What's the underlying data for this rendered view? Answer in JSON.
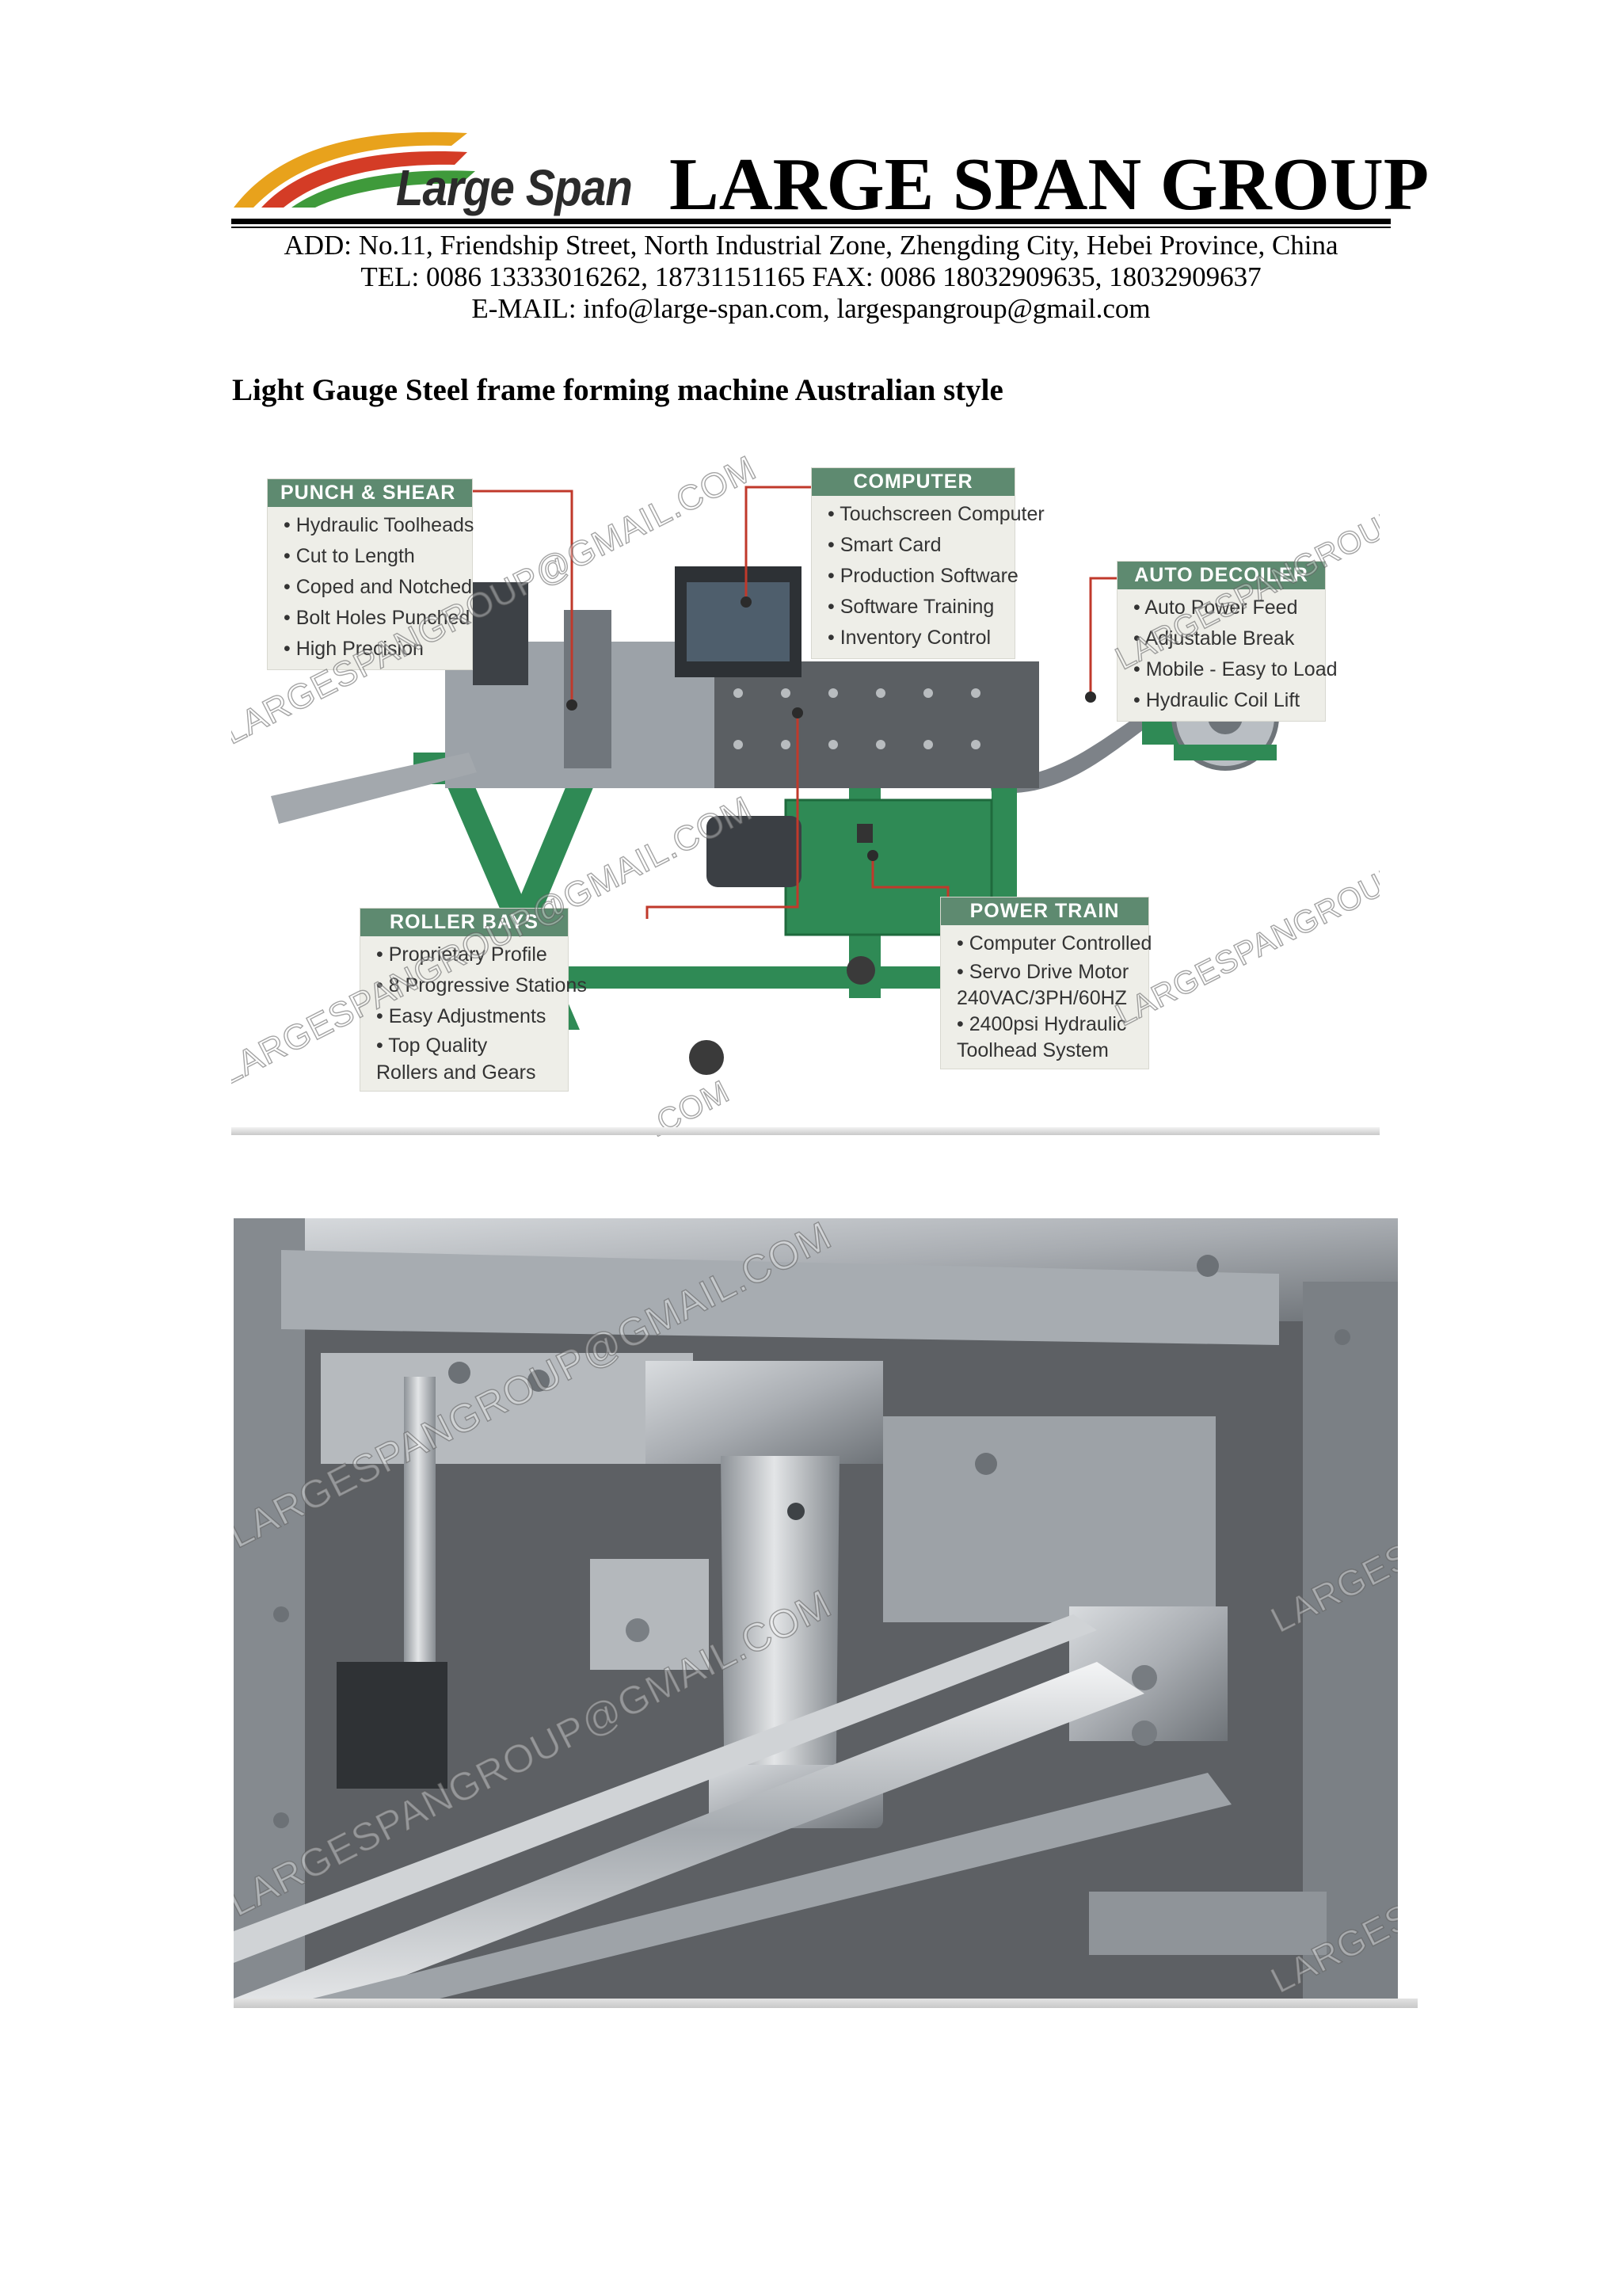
{
  "header": {
    "logo_text": "Large Span",
    "company_name": "LARGE SPAN GROUP",
    "address": "ADD: No.11, Friendship Street, North Industrial Zone, Zhengding City, Hebei Province, China",
    "tel": "TEL: 0086 13333016262, 18731151165 FAX: 0086 18032909635, 18032909637",
    "email": "E-MAIL: info@large-span.com, largespangroup@gmail.com",
    "logo_colors": [
      "#e8a21c",
      "#d43c26",
      "#3f9a3b"
    ]
  },
  "title": "Light Gauge Steel frame forming machine Australian style",
  "machine_image": {
    "callouts": {
      "punch_shear": {
        "title": "PUNCH & SHEAR",
        "items": [
          "Hydraulic Toolheads",
          "Cut to Length",
          "Coped and Notched",
          "Bolt Holes Punched",
          "High Precision"
        ]
      },
      "computer": {
        "title": "COMPUTER",
        "items": [
          "Touchscreen Computer",
          "Smart Card",
          "Production Software",
          "Software Training",
          "Inventory Control"
        ]
      },
      "auto_decoiler": {
        "title": "AUTO DECOILER",
        "items": [
          "Auto Power Feed",
          "Adjustable Break",
          "Mobile - Easy to Load",
          "Hydraulic Coil Lift"
        ]
      },
      "roller_bays": {
        "title": "ROLLER BAYS",
        "items": [
          "Proprietary Profile",
          "8 Progressive Stations",
          "Easy Adjustments",
          "Top Quality Rollers and Gears"
        ]
      },
      "power_train": {
        "title": "POWER TRAIN",
        "items": [
          "Computer Controlled",
          "Servo Drive Motor 240VAC/3PH/60HZ",
          "2400psi Hydraulic Toolhead System"
        ]
      }
    },
    "accent_colors": {
      "frame": "#2f8a55",
      "callout_header": "#5e8a70",
      "leader_line": "#c0392b"
    }
  },
  "watermarks": {
    "gmail": "LARGESPANGROUP@GMAIL.COM",
    "short": "LARGESPANGROUP",
    "com": ".COM",
    "large": "LARGES"
  }
}
